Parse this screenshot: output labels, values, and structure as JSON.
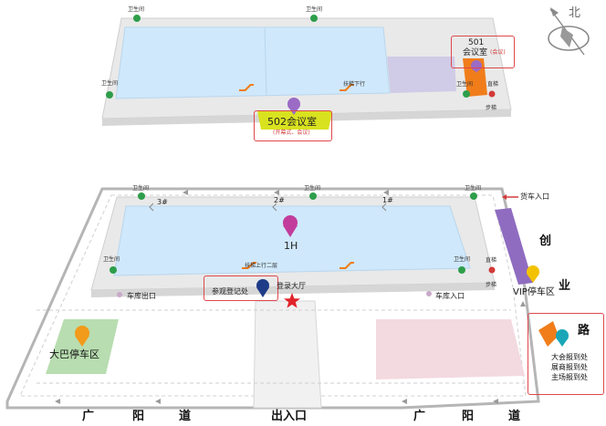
{
  "compass": {
    "label": "北"
  },
  "floor5": {
    "restroom_top_left": "卫生间",
    "restroom_top_center": "卫生间",
    "restroom_left": "卫生间",
    "restroom_right": "卫生间",
    "escalator_down": "扶梯下行",
    "elevator": "直梯",
    "stairs": "步梯",
    "room_501_number": "501",
    "room_501_name": "会议室",
    "room_501_note": "(会议)",
    "room_502_name": "502会议室",
    "room_502_note": "(开幕式、会议)"
  },
  "floor1": {
    "floor_label": "1H",
    "restroom_top_1": "卫生间",
    "restroom_top_2": "卫生间",
    "restroom_top_3": "卫生间",
    "restroom_left": "卫生间",
    "restroom_right": "卫生间",
    "gate_3": "3#",
    "gate_2": "2#",
    "gate_1": "1#",
    "escalator_up": "扶梯上行二层",
    "elevator": "直梯",
    "stairs": "步梯",
    "visitor_registration": "参观登记处",
    "lobby": "登录大厅",
    "garage_exit": "车库出口",
    "garage_entrance": "车库入口",
    "cargo_entrance": "货车入口",
    "vip_parking": "VIP停车区",
    "bus_parking": "大巴停车区",
    "checkin_1": "大会报到处",
    "checkin_2": "展商报到处",
    "checkin_3": "主场报到处"
  },
  "roads": {
    "bottom_chars": [
      "广",
      "阳",
      "道",
      "广",
      "阳",
      "道"
    ],
    "exit_entrance": "出入口",
    "right_chars": [
      "创",
      "业",
      "路"
    ]
  },
  "colors": {
    "hall_blue": "#cfe8fb",
    "floor_gray": "#e8e8e8",
    "room_501": "#f07d1a",
    "room_502_yellow": "#d9e21f",
    "vip_purple": "#8f6cc0",
    "bus_green": "#b8ddb0",
    "pink_area": "#f3d9e0",
    "red_box": "#e0474c",
    "restroom_green": "#2e9e4a",
    "elevator_red": "#d23a3a",
    "escalator_orange": "#f07d1a",
    "pin_purple": "#9b6bc6",
    "pin_magenta": "#c23c9c",
    "pin_navy": "#1f3c88",
    "pin_yellow": "#f2c200",
    "pin_orange": "#f29a1a",
    "pin_teal": "#1aa6b7"
  },
  "icons": [
    "compass-icon",
    "restroom-icon",
    "elevator-icon",
    "escalator-icon",
    "stairs-icon",
    "location-pin-icon",
    "meeting-icon",
    "building-icon",
    "vip-icon",
    "bus-icon",
    "registration-icon",
    "star-icon",
    "truck-arrow-icon"
  ]
}
